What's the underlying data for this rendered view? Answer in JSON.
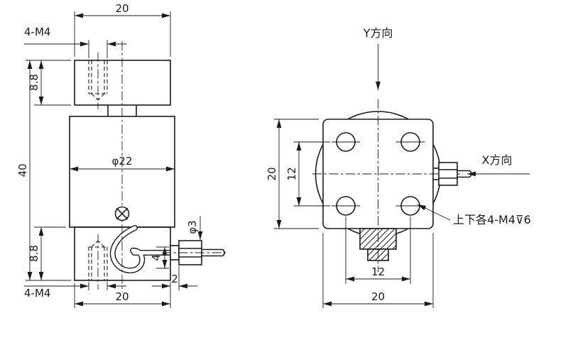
{
  "front": {
    "top_width": "20",
    "top_thread": "4-M4",
    "top_height": "8.8",
    "total_height": "40",
    "body_dia": "φ22",
    "cable_dia": "φ3",
    "cable_dim": "4",
    "gland_dim": "2",
    "bottom_height": "8.8",
    "bottom_thread": "4-M4",
    "bottom_width": "20"
  },
  "side": {
    "y_dir": "Y方向",
    "x_dir": "X方向",
    "thread_note": "上下各4-M4⊽6",
    "height": "20",
    "hole_spacing_vertical": "12",
    "hole_spacing_horizontal": "12",
    "width": "20"
  },
  "colors": {
    "line": "#1b1b1b",
    "background": "#ffffff"
  }
}
